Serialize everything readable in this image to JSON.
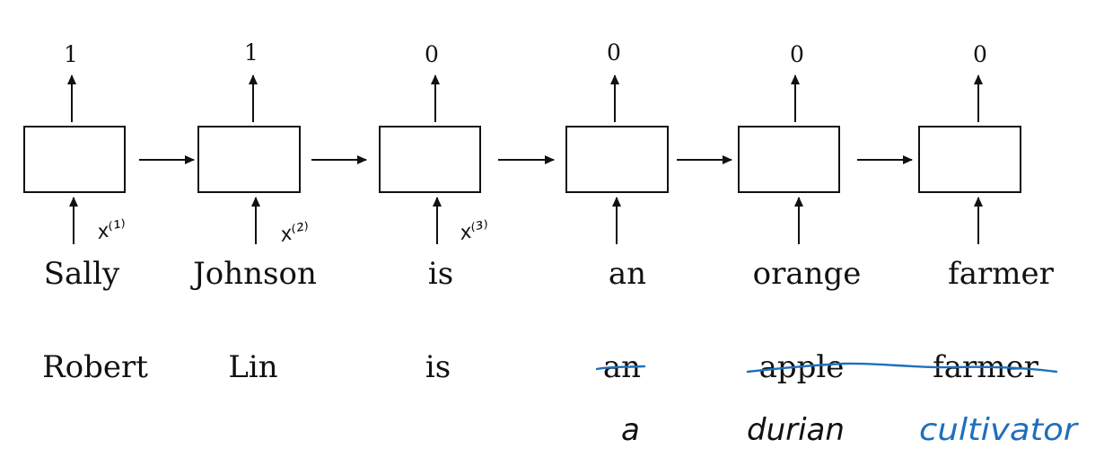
{
  "diagram": {
    "outputs": [
      "1",
      "1",
      "0",
      "0",
      "0",
      "0"
    ],
    "sentence1": [
      "Sally",
      "Johnson",
      "is",
      "an",
      "orange",
      "farmer"
    ],
    "sentence2": [
      "Robert",
      "Lin",
      "is",
      "an",
      "apple",
      "farmer"
    ],
    "input_labels": [
      "x⁽¹⁾",
      "x⁽²⁾",
      "x⁽³⁾"
    ],
    "replacements": [
      "a",
      "durian",
      "cultivator"
    ],
    "ink_color": "#1f6fbd"
  }
}
